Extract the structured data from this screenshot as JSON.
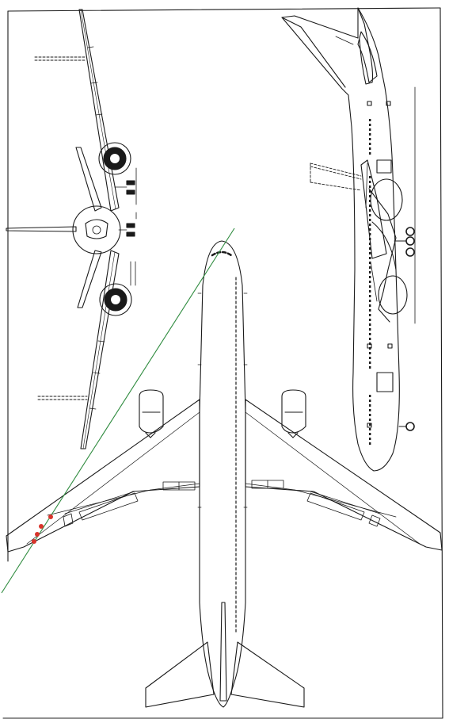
{
  "diagram": {
    "kind": "aircraft three-view line drawing",
    "views": [
      "front",
      "side",
      "top"
    ],
    "colors": {
      "line": "#1a1a1a",
      "paper": "#ffffff",
      "guide_line": "#2e8b3e",
      "marker": "#d9342b"
    },
    "annotations": {
      "guide_line_count": 1,
      "marker_count": 4
    }
  }
}
